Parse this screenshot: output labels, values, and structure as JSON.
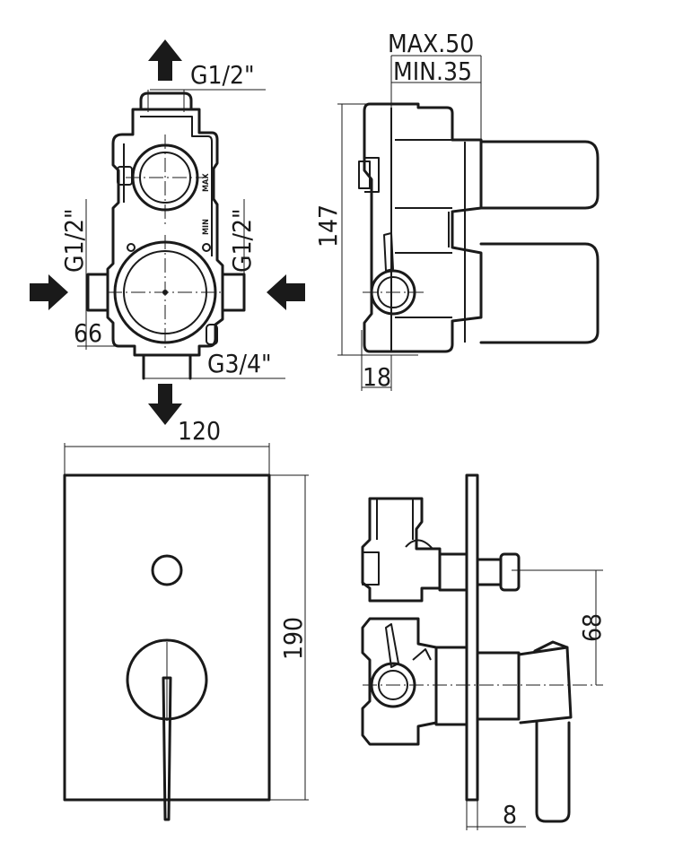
{
  "view_top_left": {
    "label_top_thread": "G1/2\"",
    "label_left_thread": "G1/2\"",
    "label_right_thread": "G1/2\"",
    "label_bottom_thread": "G3/4\"",
    "dim_offset": "66",
    "body_mark_max": "MAX",
    "body_mark_min": "MIN"
  },
  "view_top_right": {
    "label_max": "MAX.50",
    "label_min": "MIN.35",
    "dim_height": "147",
    "dim_depth": "18"
  },
  "view_bottom_left": {
    "dim_width": "120",
    "dim_height": "190"
  },
  "view_bottom_right": {
    "dim_spacing": "68",
    "dim_plate": "8"
  }
}
